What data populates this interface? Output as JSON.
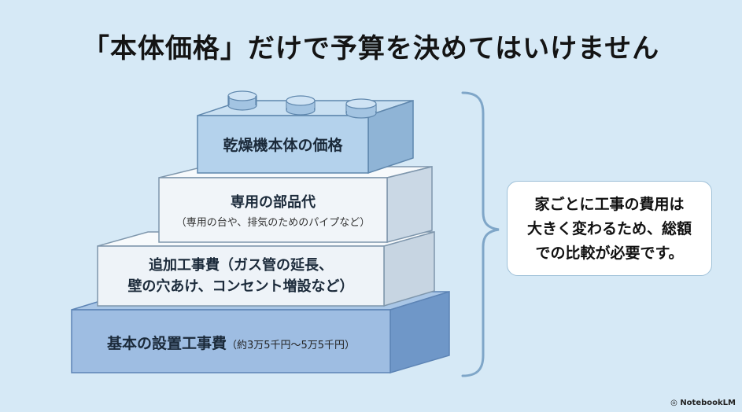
{
  "title": "「本体価格」だけで予算を決めてはいけません",
  "layers": [
    {
      "label": "乾燥機本体の価格",
      "sub": ""
    },
    {
      "label": "専用の部品代",
      "sub": "（専用の台や、排気のためのパイプなど）"
    },
    {
      "label": "追加工事費（ガス管の延長、",
      "label2": "壁の穴あけ、コンセント増設など）"
    },
    {
      "label": "基本の設置工事費",
      "sub": "（約3万5千円〜5万5千円）"
    }
  ],
  "callout": {
    "line1": "家ごとに工事の費用は",
    "line2": "大きく変わるため、総額",
    "line3": "での比較が必要です。"
  },
  "brand": "NotebookLM",
  "colors": {
    "background": "#d6e9f6",
    "top_block": "#b7d4ec",
    "white_block": "#f4f8fb",
    "base_block": "#8fb3dc"
  }
}
